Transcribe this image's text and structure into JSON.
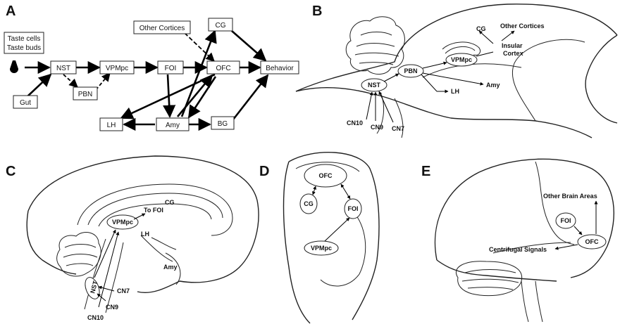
{
  "panels": {
    "a": {
      "letter": "A",
      "taste_cells": "Taste cells",
      "taste_buds": "Taste buds",
      "gut": "Gut",
      "nst": "NST",
      "pbn": "PBN",
      "vpmpc": "VPMpc",
      "foi": "FOI",
      "other_cortices": "Other Cortices",
      "cg": "CG",
      "ofc": "OFC",
      "behavior": "Behavior",
      "lh": "LH",
      "amy": "Amy",
      "bg": "BG"
    },
    "b": {
      "letter": "B",
      "cg": "CG",
      "other_cortices": "Other Cortices",
      "insular_1": "Insular",
      "insular_2": "Cortex",
      "vpmpc": "VPMpc",
      "pbn": "PBN",
      "nst": "NST",
      "lh": "LH",
      "amy": "Amy",
      "cn10": "CN10",
      "cn9": "CN9",
      "cn7": "CN7"
    },
    "c": {
      "letter": "C",
      "cg": "CG",
      "vpmpc": "VPMpc",
      "to_foi": "To FOI",
      "lh": "LH",
      "amy": "Amy",
      "nst": "NST",
      "cn7": "CN7",
      "cn9": "CN9",
      "cn10": "CN10"
    },
    "d": {
      "letter": "D",
      "ofc": "OFC",
      "cg": "CG",
      "foi": "FOI",
      "vpmpc": "VPMpc"
    },
    "e": {
      "letter": "E",
      "other_areas": "Other Brain Areas",
      "foi": "FOI",
      "ofc": "OFC",
      "centrifugal": "Centrifugal Signals"
    }
  }
}
